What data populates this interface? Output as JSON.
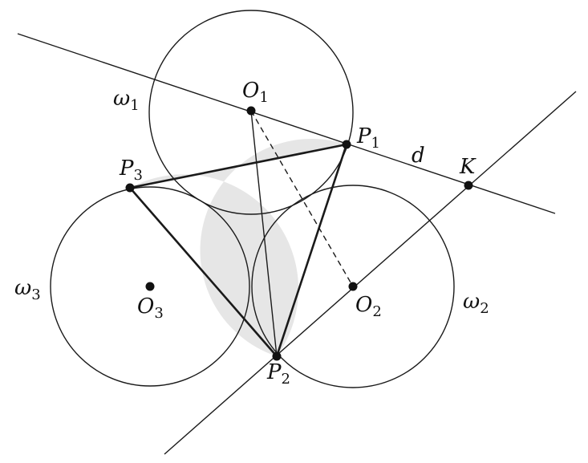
{
  "colors": {
    "ink": "#1a1a1a",
    "triangle_fill": "#e6e6e6",
    "background": "#ffffff"
  },
  "labels": {
    "omega1": {
      "main": "ω",
      "sub": "1"
    },
    "omega2": {
      "main": "ω",
      "sub": "2"
    },
    "omega3": {
      "main": "ω",
      "sub": "3"
    },
    "O1": {
      "main": "O",
      "sub": "1"
    },
    "O2": {
      "main": "O",
      "sub": "2"
    },
    "O3": {
      "main": "O",
      "sub": "3"
    },
    "P1": {
      "main": "P",
      "sub": "1"
    },
    "P2": {
      "main": "P",
      "sub": "2"
    },
    "P3": {
      "main": "P",
      "sub": "3"
    },
    "K": {
      "main": "K",
      "sub": ""
    },
    "d": {
      "main": "d",
      "sub": ""
    }
  }
}
